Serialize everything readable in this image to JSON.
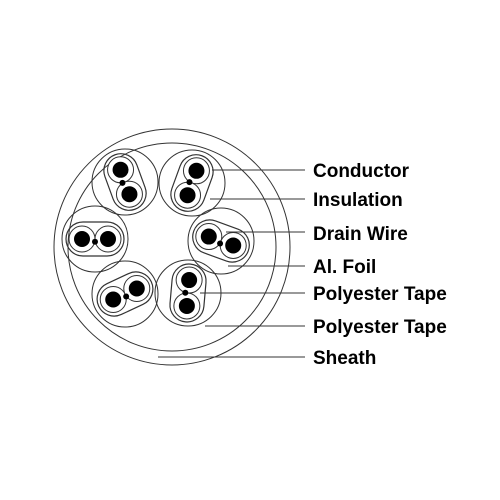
{
  "labels": {
    "conductor": "Conductor",
    "insulation": "Insulation",
    "drain_wire": "Drain Wire",
    "al_foil": "Al. Foil",
    "polyester_tape_1": "Polyester Tape",
    "polyester_tape_2": "Polyester Tape",
    "sheath": "Sheath"
  },
  "colors": {
    "line": "#333333",
    "conductor": "#000000",
    "background": "#ffffff"
  }
}
